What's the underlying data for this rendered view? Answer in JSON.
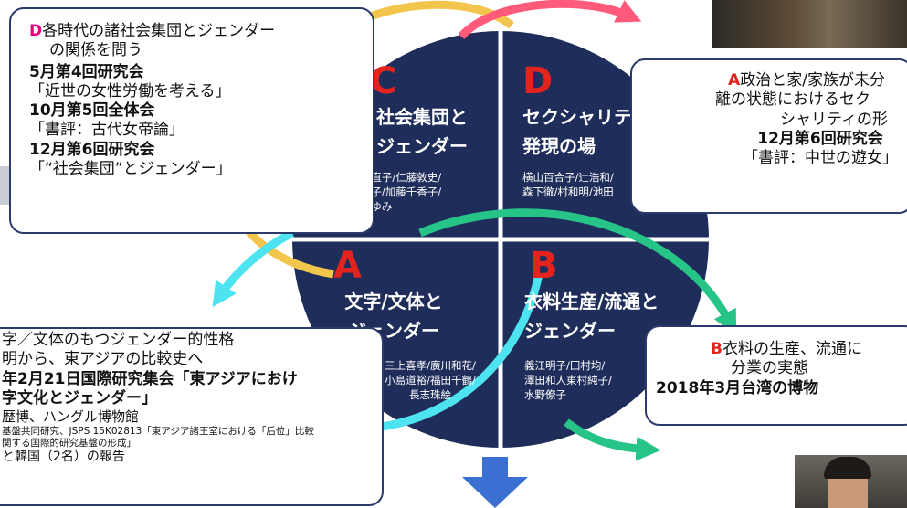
{
  "colors": {
    "circle": "#1f2d5a",
    "accent_pink": "#e6007e",
    "accent_red": "#e3231d",
    "arrow_gold": "#f2c64d",
    "arrow_pink": "#ff5a7a",
    "arrow_cyan": "#4ee3f0",
    "arrow_green": "#27c488",
    "arrow_blue": "#3b6fd1"
  },
  "quadrants": {
    "c": {
      "letter": "C",
      "title": [
        "社会集団と",
        "ジェンダー"
      ],
      "names": [
        "久留島典子/松本直子/仁藤敦史/",
        "伴瀬明美/柳谷慶子/加藤千香子/",
        "松澤裕作/関沢まゆみ"
      ]
    },
    "d": {
      "letter": "D",
      "title": [
        "セクシャリティ",
        "発現の場"
      ],
      "names": [
        "横山百合子/辻浩和/",
        "森下徹/村和明/池田"
      ]
    },
    "a": {
      "letter": "A",
      "title": [
        "文字/文体と",
        "ジェンダー"
      ],
      "names": [
        "三上喜孝/廣川和花/",
        "小島道裕/福田千鶴/",
        "長志珠絵"
      ]
    },
    "b": {
      "letter": "B",
      "title": [
        "衣料生産/流通と",
        "ジェンダー"
      ],
      "names": [
        "義江明子/田村均/",
        "澤田和人東村純子/",
        "水野僚子"
      ]
    }
  },
  "box_d": {
    "letter": "D",
    "lines": [
      "各時代の諸社会集団とジェンダー",
      "の関係を問う"
    ],
    "items": [
      {
        "heading": "5月第4回研究会",
        "text": "「近世の女性労働を考える」"
      },
      {
        "heading": "10月第5回全体会",
        "text": "「書評：古代女帝論」"
      },
      {
        "heading": "12月第6回研究会",
        "text": "「“社会集団”とジェンダー」"
      }
    ]
  },
  "box_a_right": {
    "letter": "A",
    "lines": [
      "政治と家/家族が未分",
      "離の状態におけるセク",
      "シャリティの形"
    ],
    "heading": "12月第6回研究会",
    "text": "「書評：中世の遊女」"
  },
  "box_a_left": {
    "lines": [
      "字／文体のもつジェンダー的性格",
      "明から、東アジアの比較史へ"
    ],
    "heading_lines": [
      "年2月21日国際研究集会「東アジアにおけ",
      "字文化とジェンダー」"
    ],
    "venue": "歴博、ハングル博物館",
    "small_lines": [
      "基盤共同研究、JSPS 15K02813「東アジア諸王室における「后位」比較",
      "関する国際的研究基盤の形成」"
    ],
    "report": "と韓国（2名）の報告"
  },
  "box_b": {
    "letter": "B",
    "lines": [
      "衣料の生産、流通に",
      "分業の実態"
    ],
    "heading": "2018年3月台湾の博物"
  }
}
